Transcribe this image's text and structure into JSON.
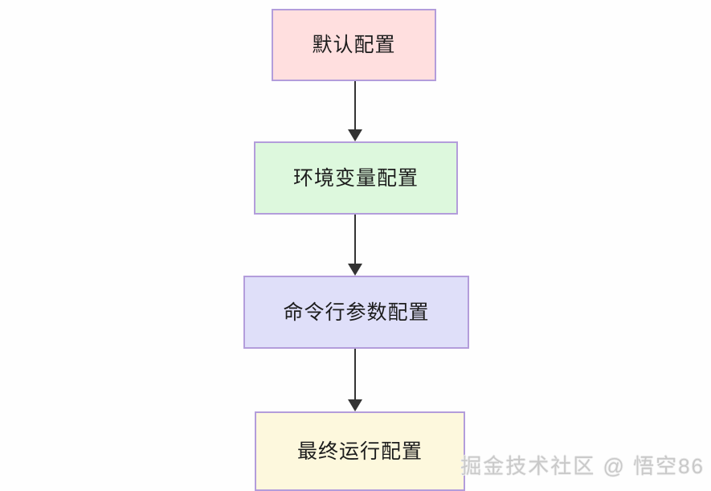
{
  "diagram": {
    "type": "flowchart",
    "orientation": "vertical-top-down",
    "background_color": "#ffffff",
    "node_border_color": "#b39ddb",
    "connector_color": "#333333",
    "nodes": [
      {
        "id": "default",
        "label": "默认配置",
        "fill": "#ffdfdf",
        "border": "#b39ddb"
      },
      {
        "id": "env",
        "label": "环境变量配置",
        "fill": "#ddf8dd",
        "border": "#b39ddb"
      },
      {
        "id": "cli",
        "label": "命令行参数配置",
        "fill": "#dfdff9",
        "border": "#b39ddb"
      },
      {
        "id": "final",
        "label": "最终运行配置",
        "fill": "#fdf8dd",
        "border": "#b39ddb"
      }
    ],
    "edges": [
      {
        "from": "default",
        "to": "env",
        "label": ""
      },
      {
        "from": "env",
        "to": "cli",
        "label": ""
      },
      {
        "from": "cli",
        "to": "final",
        "label": ""
      }
    ]
  },
  "watermark": {
    "text": "掘金技术社区 @ 悟空86",
    "color": "#c9c9c9"
  }
}
